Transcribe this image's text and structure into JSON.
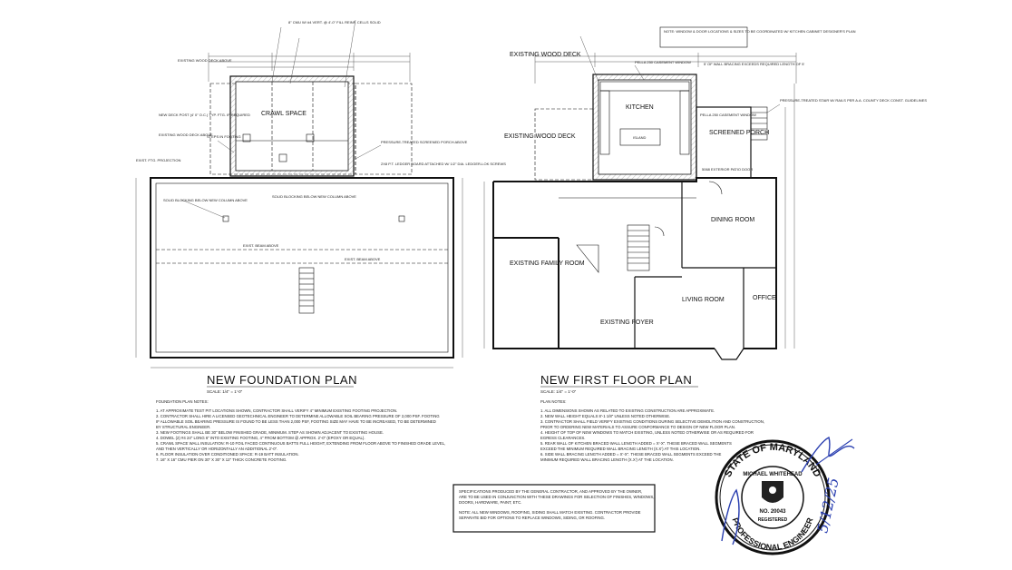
{
  "left_plan": {
    "title": "NEW FOUNDATION PLAN",
    "scale": "SCALE: 1/4\" = 1'-0\"",
    "notes_header": "FOUNDATION PLAN NOTES:",
    "notes": [
      "1. AT APPROXIMATE TEST PIT LOCATIONS SHOWN, CONTRACTOR SHALL VERIFY 4\" MINIMUM EXISTING FOOTING PROJECTION.",
      "2. CONTRACTOR SHALL HIRE A LICENSED GEOTECHNICAL ENGINEER TO DETERMINE ALLOWABLE SOIL BEARING PRESSURE OF 2,000 PSF. FOOTING",
      "   IF ALLOWABLE SOIL BEARING PRESSURE IS FOUND TO BE LESS THAN 2,000 PSF, FOOTING SIZE MAY HAVE TO BE INCREASED, TO BE DETERMINED",
      "   BY STRUCTURAL ENGINEER.",
      "3. NEW FOOTINGS SHALL BE 30\" BELOW FINISHED GRADE, MINIMUM. STEP AS SHOWN ADJACENT TO EXISTING HOUSE.",
      "4. DOWEL (2) #4 24\" LONG 6\" INTO EXISTING FOOTING, 4\" FROM BOTTOM @ APPROX. 2'-0\" (EPOXY OR EQUAL).",
      "5. CRAWL SPACE WALL INSULATION: R-10 FOIL FACED CONTINUOUS BATTS FULL HEIGHT, EXTENDING FROM FLOOR ABOVE TO FINISHED GRADE LEVEL,",
      "   AND THEN VERTICALLY OR HORIZONTALLY AN ADDITIONAL 2'-0\".",
      "6. FLOOR INSULATION OVER CONDITIONED SPACE: R-19 BATT INSULATION.",
      "7. 16\" X 16\" CMU PIER ON 30\" X 30\" X 12\" THICK CONCRETE FOOTING."
    ],
    "labels": {
      "existing_wood_deck": "EXISTING WOOD DECK ABOVE",
      "crawl_space": "CRAWL SPACE",
      "new_deck_post": "NEW DECK POST (4' 0\" O.C.) TYP. FTG. IF REQUIRED",
      "existing_deck_above": "EXISTING WOOD DECK ABOVE",
      "steps": "STEPS IN FOOTING",
      "exist_ftg": "EXIST. FTG. PROJECTION",
      "pressure_treated": "PRESSURE-TREATED SCREENED PORCH ABOVE",
      "ledger": "2X8 P.T. LEDGER BOARD ATTACHED W/ 1/2\" DIA. LEDGER-LOK SCREWS",
      "solid_blocking_1": "SOLID BLOCKING BELOW NEW COLUMN ABOVE",
      "solid_blocking_2": "SOLID BLOCKING BELOW NEW COLUMN ABOVE",
      "beam_above_1": "EXIST. BEAM ABOVE",
      "beam_above_2": "EXIST. BEAM ABOVE"
    }
  },
  "right_plan": {
    "title": "NEW FIRST FLOOR PLAN",
    "scale": "SCALE: 1/4\" = 1'-0\"",
    "notes_header": "PLAN NOTES:",
    "notes": [
      "1. ALL DIMENSIONS SHOWN AS RELATED TO EXISTING CONSTRUCTION ARE APPROXIMATE.",
      "2. NEW WALL HEIGHT EQUALS 8'-1 1/8\" UNLESS NOTED OTHERWISE.",
      "3. CONTRACTOR SHALL FIELD VERIFY EXISTING CONDITIONS DURING SELECTIVE DEMOLITION AND CONSTRUCTION,",
      "   PRIOR TO ORDERING NEW MATERIALS TO ASSURE CONFORMANCE TO DESIGN OF NEW FLOOR PLAN.",
      "4. HEIGHT OF TOP OF NEW WINDOWS TO MATCH EXISTING, UNLESS NOTED OTHERWISE OR AS REQUIRED FOR",
      "   EGRESS CLEARANCES.",
      "5. REAR WALL OF KITCHEN BRACED WALL LENGTH ADDED = X'-X\". THESE BRACED WALL SEGMENTS",
      "   EXCEED THE MINIMUM REQUIRED WALL BRACING LENGTH (X.X') AT THIS LOCATION.",
      "6. SIDE WALL BRACING LENGTH ADDED = X'-X\". THESE BRACED WALL SEGMENTS EXCEED THE",
      "   MINIMUM REQUIRED WALL BRACING LENGTH (X.X') AT THE LOCATION."
    ],
    "rooms": {
      "kitchen": "KITCHEN",
      "screened_porch": "SCREENED PORCH",
      "dining_room": "DINING ROOM",
      "living_room": "LIVING ROOM",
      "office": "OFFICE",
      "existing_wood_deck": "EXISTING WOOD DECK",
      "existing_family_room": "EXISTING FAMILY ROOM",
      "existing_foyer": "EXISTING FOYER",
      "existing_wood_deck_top": "EXISTING WOOD DECK"
    },
    "labels": {
      "window_note": "NOTE: WINDOW & DOOR LOCATIONS & SIZES TO BE COORDINATED W/ KITCHEN CABINET DESIGNER'S PLAN",
      "pella_1": "PELLA 250 CASEMENT WINDOW",
      "pella_2": "PELLA 250 CASEMENT WINDOW",
      "pressure_stair": "PRESSURE-TREATED STAIR W/ RAILS PER A.A. COUNTY DECK CONST. GUIDELINES",
      "wall_bracing": "5' OF WALL BRACING EXCEEDS REQUIRED LENGTH OF 5'",
      "sliding_door": "5068 EXTERIOR PATIO DOOR",
      "island": "ISLAND"
    }
  },
  "spec_box": {
    "line1": "SPECIFICATIONS PRODUCED BY THE GENERAL CONTRACTOR, AND APPROVED BY THE OWNER,",
    "line2": "ARE TO BE USED IN CONJUNCTION WITH THESE DRAWINGS FOR SELECTION OF FINISHES, WINDOWS,",
    "line3": "DOORS, HARDWARE, PAINT, ETC.",
    "line4": "NOTE: ALL NEW WINDOWS, ROOFING, SIDING SHALL MATCH EXISTING. CONTRACTOR PROVIDE",
    "line5": "SEPARATE BID FOR OPTIONS TO REPLACE WINDOWS, SIDING, OR ROOFING."
  },
  "stamp": {
    "top": "STATE OF MARYLAND",
    "name": "MICHAEL WHITEHEAD",
    "number": "NO. 20043",
    "registered": "REGISTERED",
    "bottom": "PROFESSIONAL ENGINEER",
    "date": "5/12/25"
  }
}
